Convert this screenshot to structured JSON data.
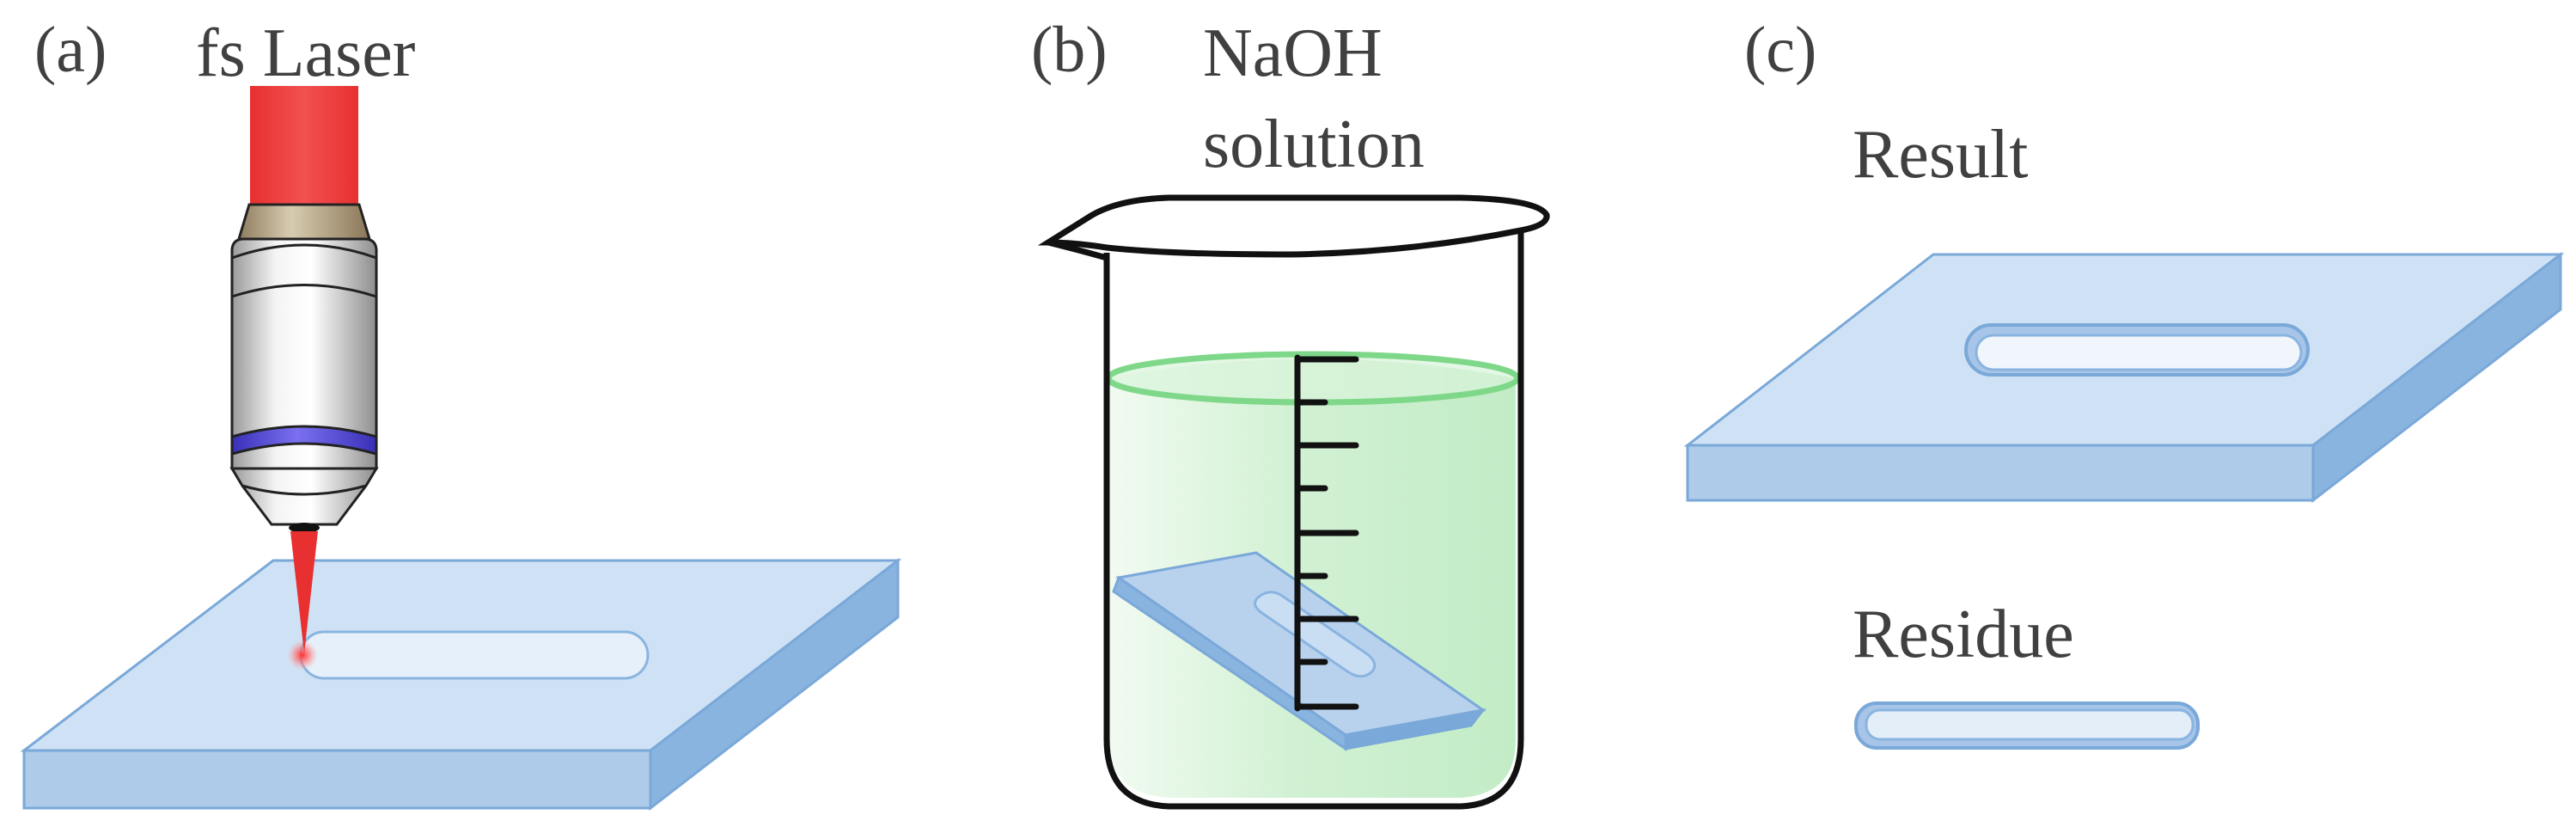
{
  "panels": {
    "a": {
      "label": "(a)",
      "caption": "fs Laser"
    },
    "b": {
      "label": "(b)",
      "caption_line1": "NaOH",
      "caption_line2": "solution"
    },
    "c": {
      "label": "(c)",
      "caption_top": "Result",
      "caption_bottom": "Residue"
    }
  },
  "colors": {
    "text": "#404040",
    "laser_red": "#ee3a3a",
    "glass_top": "#cfe2f5",
    "glass_front": "#aecbea",
    "glass_side": "#8ab4e0",
    "glass_edge": "#7aa8d8",
    "solution_green": "#c8efcc",
    "solution_rim": "#7fd88a",
    "objective_band": "#5b4fe0",
    "objective_collar": "#b0a080"
  },
  "icons": {
    "objective": "microscope-objective-icon",
    "beaker": "beaker-icon"
  }
}
